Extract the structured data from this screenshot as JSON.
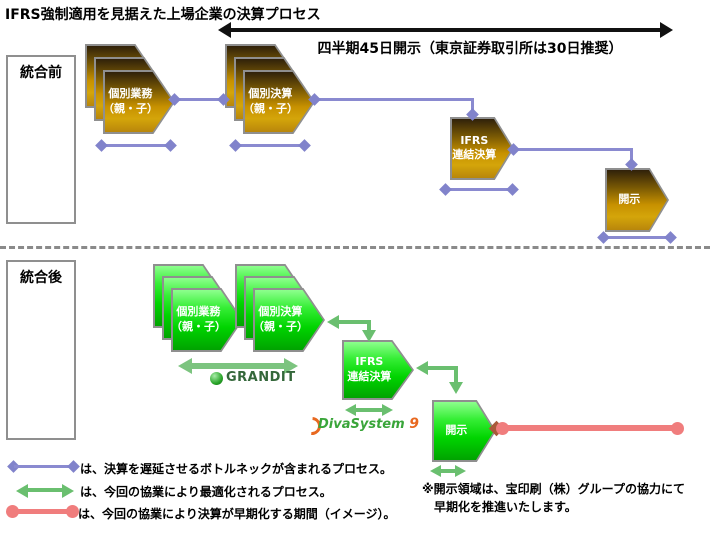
{
  "title": "IFRS強制適用を見据えた上場企業の決算プロセス",
  "timeline": {
    "label": "四半期45日開示（東京証券取引所は30日推奨）"
  },
  "before": {
    "label": "統合前",
    "kobetsu_gyomu": {
      "line1": "個別業務",
      "line2": "（親・子）"
    },
    "kobetsu_kessan": {
      "line1": "個別決算",
      "line2": "（親・子）"
    },
    "ifrs": {
      "line1": "IFRS",
      "line2": "連結決算"
    },
    "kaiji": {
      "label": "開示"
    }
  },
  "after": {
    "label": "統合後",
    "kobetsu_gyomu": {
      "line1": "個別業務",
      "line2": "（親・子）"
    },
    "kobetsu_kessan": {
      "line1": "個別決算",
      "line2": "（親・子）"
    },
    "ifrs": {
      "line1": "IFRS",
      "line2": "連結決算"
    },
    "kaiji": {
      "label": "開示"
    }
  },
  "logos": {
    "grandit": "GRANDIT",
    "divasystem": "DivaSystem",
    "divasystem_version": "9"
  },
  "legend": [
    {
      "symbol": "purple-diamond-line",
      "text": "は、決算を遅延させるボトルネックが含まれるプロセス。"
    },
    {
      "symbol": "green-double-arrow",
      "text": "は、今回の協業により最適化されるプロセス。"
    },
    {
      "symbol": "red-round-line",
      "text": "は、今回の協業により決算が早期化する期間（イメージ）。"
    }
  ],
  "note": {
    "line1": "※開示領域は、宝印刷（株）グループの協力にて",
    "line2": "早期化を推進いたします。"
  },
  "colors": {
    "process_before": "#c79100",
    "process_after": "#00d400",
    "bottleneck": "#8a8ad0",
    "optimized": "#6abf6f",
    "accelerated": "#f07d7d"
  }
}
